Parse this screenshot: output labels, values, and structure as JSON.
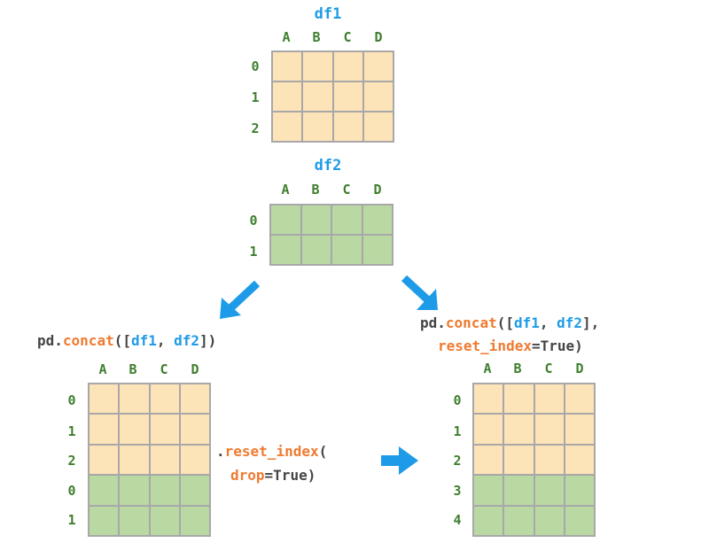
{
  "df1": {
    "title": "df1",
    "columns": [
      "A",
      "B",
      "C",
      "D"
    ],
    "index": [
      "0",
      "1",
      "2"
    ]
  },
  "df2": {
    "title": "df2",
    "columns": [
      "A",
      "B",
      "C",
      "D"
    ],
    "index": [
      "0",
      "1"
    ]
  },
  "left_result": {
    "code": {
      "prefix": "pd.",
      "fn": "concat",
      "open": "([",
      "arg1": "df1",
      "sep": ", ",
      "arg2": "df2",
      "close": "])"
    },
    "columns": [
      "A",
      "B",
      "C",
      "D"
    ],
    "index": [
      "0",
      "1",
      "2",
      "0",
      "1"
    ]
  },
  "middle_code": {
    "dot": ".",
    "fn": "reset_index",
    "open": "(",
    "kw": "drop",
    "eq": "=",
    "val": "True",
    "close": ")"
  },
  "right_result": {
    "code": {
      "prefix": "pd.",
      "fn": "concat",
      "open": "([",
      "arg1": "df1",
      "sep": ", ",
      "arg2": "df2",
      "close": "],",
      "kw": "reset_index",
      "eq": "=",
      "val": "True",
      "close2": ")"
    },
    "columns": [
      "A",
      "B",
      "C",
      "D"
    ],
    "index": [
      "0",
      "1",
      "2",
      "3",
      "4"
    ]
  },
  "colors": {
    "df1_cell": "#fde3b8",
    "df2_cell": "#b9d8a2",
    "title": "#1e9be8",
    "label": "#3f7f2e",
    "function": "#f07a30",
    "arrow": "#1e9be8"
  },
  "icons": [
    "arrow-down-left-icon",
    "arrow-down-right-icon",
    "arrow-right-icon"
  ]
}
